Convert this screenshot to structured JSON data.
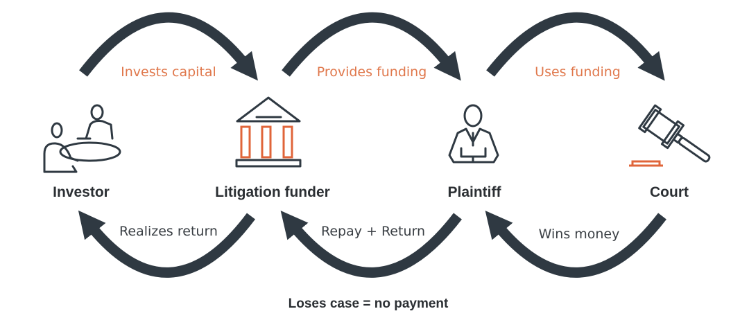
{
  "nodes": [
    {
      "label": "Investor",
      "icon": "meeting-people-icon"
    },
    {
      "label": "Litigation funder",
      "icon": "bank-building-icon"
    },
    {
      "label": "Plaintiff",
      "icon": "businessman-icon"
    },
    {
      "label": "Court",
      "icon": "gavel-icon"
    }
  ],
  "forward_flows": [
    "Invests capital",
    "Provides funding",
    "Uses funding"
  ],
  "return_flows": [
    "Realizes return",
    "Repay + Return",
    "Wins money"
  ],
  "footer": "Loses case = no payment",
  "colors": {
    "dark": "#2f3942",
    "accent": "#e0784c"
  }
}
